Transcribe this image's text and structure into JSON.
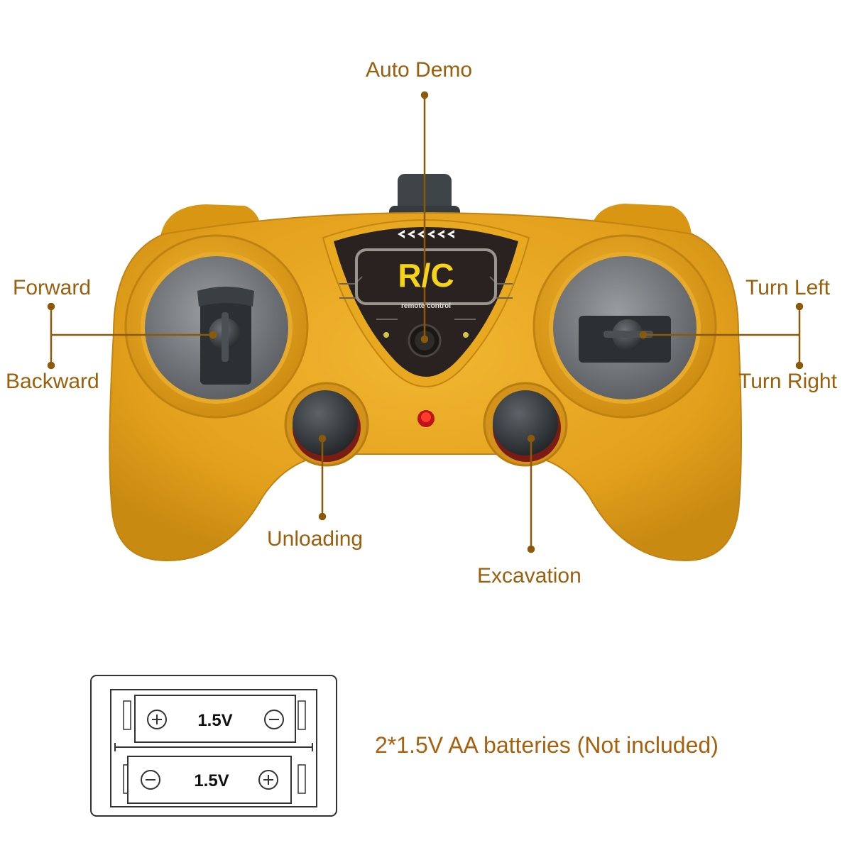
{
  "labels": {
    "auto_demo": "Auto Demo",
    "forward": "Forward",
    "backward": "Backward",
    "turn_left": "Turn Left",
    "turn_right": "Turn Right",
    "unloading": "Unloading",
    "excavation": "Excavation"
  },
  "logo": {
    "text": "R/C",
    "subtext": "remote control"
  },
  "battery": {
    "cell_top": {
      "voltage": "1.5V",
      "left_terminal": "plus",
      "right_terminal": "minus"
    },
    "cell_bottom": {
      "voltage": "1.5V",
      "left_terminal": "minus",
      "right_terminal": "plus"
    },
    "caption": "2*1.5V AA batteries (Not included)"
  },
  "colors": {
    "label_text": "#9b5f0c",
    "leader_line": "#8a5a0a",
    "controller_body": "#e6a41e",
    "controller_shade": "#c98a12",
    "faceplate": "#2a2220",
    "logo_yellow": "#f5d31b",
    "stick_gray": "#5a5e62",
    "led_red": "#e8201a"
  }
}
